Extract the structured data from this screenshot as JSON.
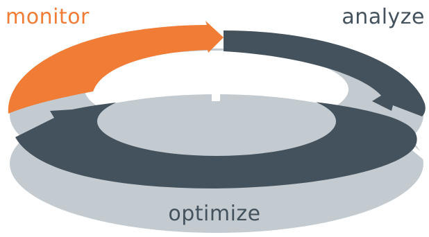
{
  "diagram": {
    "stages": [
      {
        "id": "monitor",
        "label": "monitor",
        "color": "#f07c35"
      },
      {
        "id": "analyze",
        "label": "analyze",
        "color": "#44525d"
      },
      {
        "id": "optimize",
        "label": "optimize",
        "color": "#44525d"
      }
    ],
    "ring_colors": {
      "under_ring": "#c3cbd0",
      "optimize_band": "#44525d",
      "monitor_band": "#f07c35",
      "analyze_band": "#44525d"
    }
  }
}
